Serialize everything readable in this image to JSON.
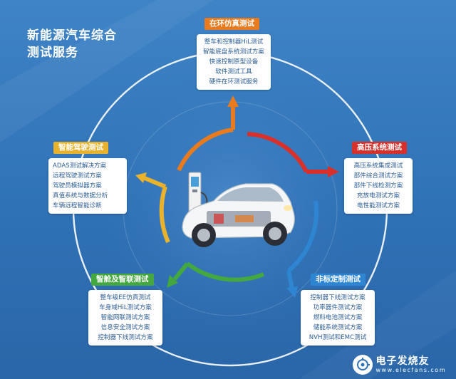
{
  "title": "新能源汽车综合测试服务",
  "colors": {
    "background": "#3573b9",
    "orange": "#e87b1e",
    "red": "#d8312c",
    "blue": "#2e86d3",
    "green": "#43a83f",
    "yellow": "#e9b22c"
  },
  "sections": {
    "hil": {
      "title": "在环仿真测试",
      "items": [
        "整车和控制器HiL测试",
        "智能底盘系统测试方案",
        "快速控制原型设备",
        "软件测试工具",
        "硬件在环测试服务"
      ]
    },
    "hv": {
      "title": "高压系统测试",
      "items": [
        "高压系统集成测试",
        "部件综合测试方案",
        "部件下线检测方案",
        "充放电测试方案",
        "电性能测试方案"
      ]
    },
    "nonstd": {
      "title": "非标定制测试",
      "items": [
        "控制器下线测试方案",
        "功率器件测试方案",
        "燃料电池测试方案",
        "储能系统测试方案",
        "NVH测试和EMC测试"
      ]
    },
    "cockpit": {
      "title": "智舱及智联测试",
      "items": [
        "整车级EE仿真测试",
        "车身域HiL测试方案",
        "智能网联测试方案",
        "信息安全测试方案",
        "控制器下线测试方案"
      ]
    },
    "adas": {
      "title": "智能驾驶测试",
      "items": [
        "ADAS测试解决方案",
        "远程驾驶测试方案",
        "驾驶员模拟器方案",
        "真值系统与数据分析",
        "车辆远程智能诊断"
      ]
    }
  },
  "watermark": {
    "cn": "电子发烧友",
    "en": "www.elecfans.com"
  }
}
